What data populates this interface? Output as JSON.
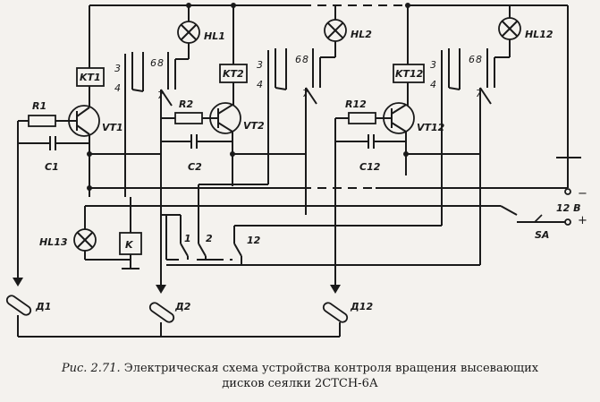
{
  "figure": {
    "number": "Рис. 2.71.",
    "caption_line1": "Электрическая схема устройства контроля вращения высевающих",
    "caption_line2": "дисков сеялки 2СТСН-6А"
  },
  "labels": {
    "kt1": "KT1",
    "kt2": "KT2",
    "kt12": "KT12",
    "hl1": "HL1",
    "hl2": "HL2",
    "hl12": "HL12",
    "hl13": "HL13",
    "vt1": "VT1",
    "vt2": "VT2",
    "vt12": "VT12",
    "r1": "R1",
    "r2": "R2",
    "r12": "R12",
    "c1": "C1",
    "c2": "C2",
    "c12": "C12",
    "k": "K",
    "sa": "SA",
    "v12": "12 B",
    "minus": "−",
    "plus": "+",
    "d1": "Д1",
    "d2": "Д2",
    "d12": "Д12",
    "pin3": "3",
    "pin4": "4",
    "pin6": "6",
    "pin8": "8",
    "pin7": "7",
    "sw1": "1",
    "sw2": "2",
    "sw12": "12"
  }
}
